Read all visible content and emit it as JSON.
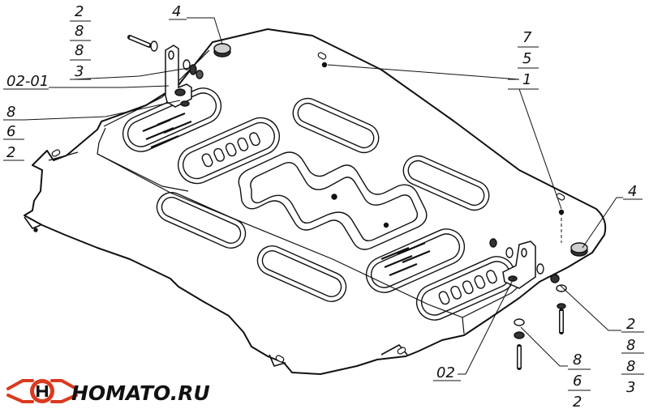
{
  "callouts": {
    "top_left_stack": [
      "2",
      "8",
      "8",
      "3"
    ],
    "top_left_part": "02-01",
    "left_stack": [
      "8",
      "6",
      "2"
    ],
    "top_center_label": "4",
    "top_right_stack": [
      "7",
      "5",
      "1"
    ],
    "right_label": "4",
    "right_stack": [
      "2",
      "8",
      "8",
      "3"
    ],
    "bottom_part": "02",
    "bottom_stack": [
      "8",
      "6",
      "2"
    ]
  },
  "logo": {
    "text": "HOMATO.RU",
    "colors": {
      "accent": "#d93a1f",
      "dark": "#111111"
    }
  }
}
